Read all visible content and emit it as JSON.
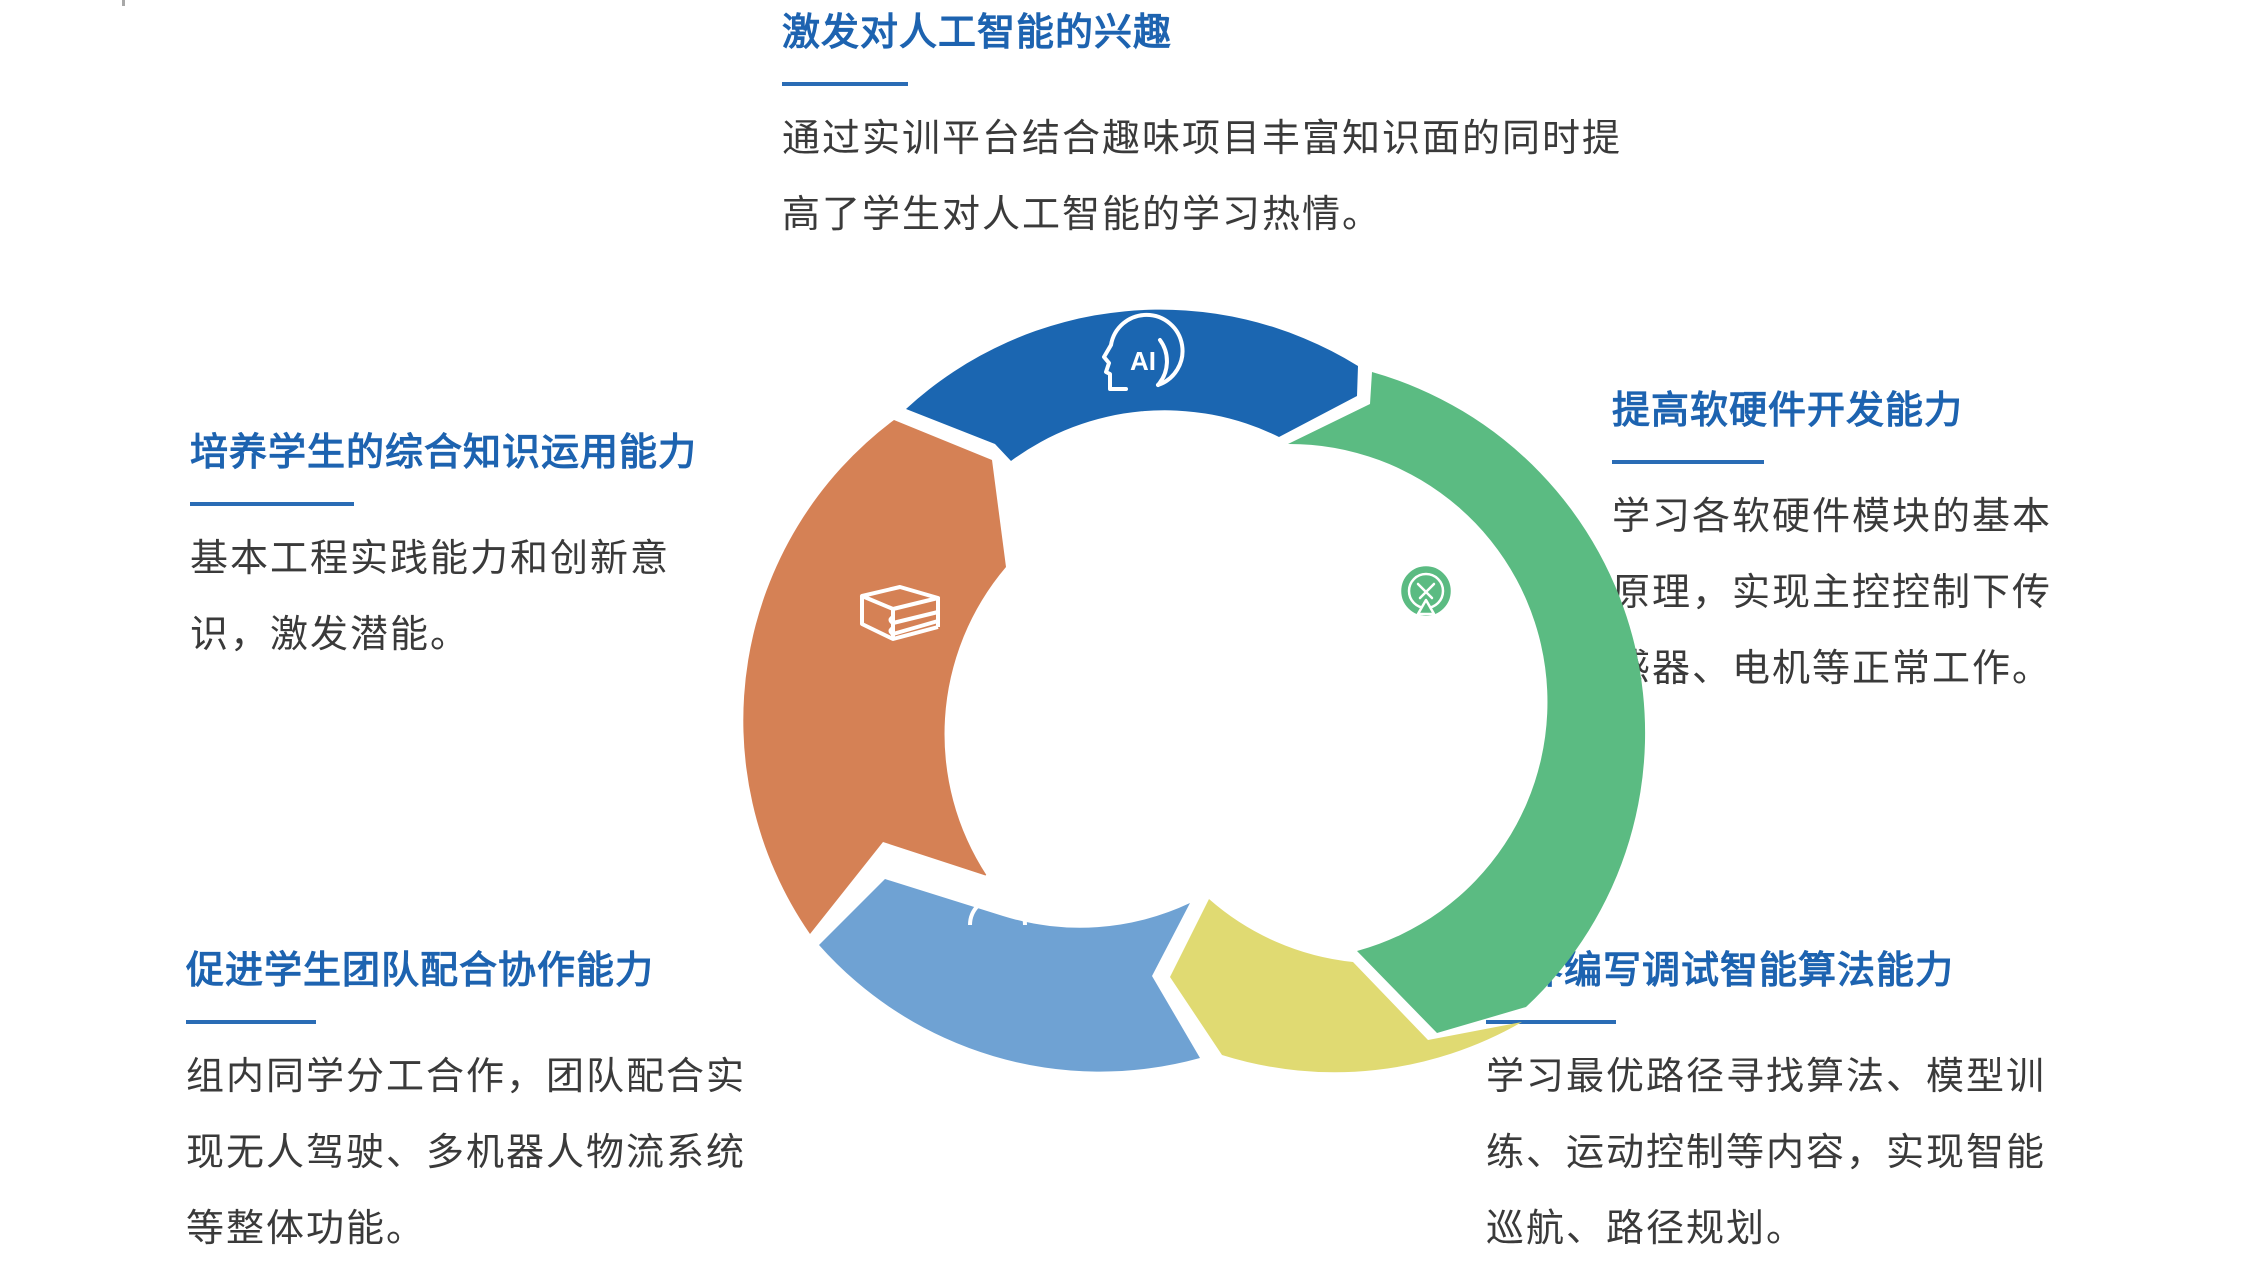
{
  "colors": {
    "title": "#1d63b0",
    "rule": "#2a6cb5",
    "body_text": "#3a3a3a",
    "segment_ai": "#1b66b1",
    "segment_hardware": "#5bbb82",
    "segment_algorithm": "#e0da72",
    "segment_team": "#6fa2d3",
    "segment_knowledge": "#d58155"
  },
  "diagram": {
    "type": "cycle",
    "segments": [
      {
        "id": "ai",
        "icon": "ai-head-icon",
        "color": "#1b66b1"
      },
      {
        "id": "hardware",
        "icon": "hardware-module-icon",
        "color": "#5bbb82"
      },
      {
        "id": "algorithm",
        "icon": "atom-icon",
        "color": "#e0da72"
      },
      {
        "id": "team",
        "icon": "users-icon",
        "color": "#6fa2d3"
      },
      {
        "id": "knowledge",
        "icon": "books-icon",
        "color": "#d58155"
      }
    ]
  },
  "blocks": {
    "interest": {
      "title": "激发对人工智能的兴趣",
      "lines": [
        "通过实训平台结合趣味项目丰富知识面的同时提",
        "高了学生对人工智能的学习热情。"
      ]
    },
    "hardware": {
      "title": "提高软硬件开发能力",
      "lines": [
        "学习各软硬件模块的基本",
        "原理，实现主控控制下传",
        "感器、电机等正常工作。"
      ]
    },
    "algorithm": {
      "title": "培养编写调试智能算法能力",
      "lines": [
        "学习最优路径寻找算法、模型训",
        "练、运动控制等内容，实现智能",
        "巡航、路径规划。"
      ]
    },
    "team": {
      "title": "促进学生团队配合协作能力",
      "lines": [
        "组内同学分工合作，团队配合实",
        "现无人驾驶、多机器人物流系统",
        "等整体功能。"
      ]
    },
    "knowledge": {
      "title": "培养学生的综合知识运用能力",
      "lines": [
        "基本工程实践能力和创新意",
        "识，激发潜能。"
      ]
    }
  },
  "icons": {
    "ai_label": "AI"
  }
}
